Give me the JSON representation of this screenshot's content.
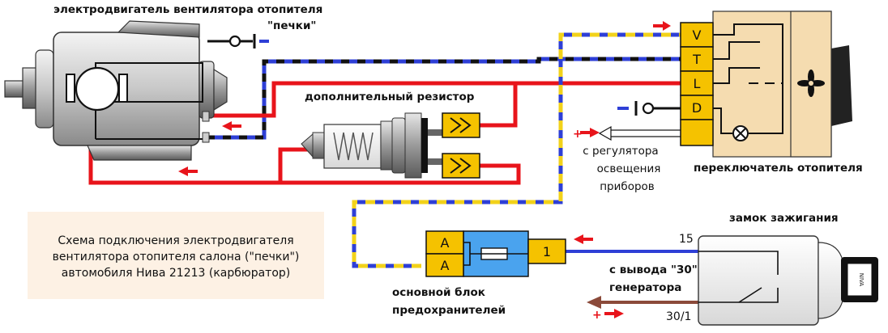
{
  "labels": {
    "motor": "электродвигатель вентилятора отопителя",
    "pechki": "\"печки\"",
    "resistor": "дополнительный резистор",
    "regulator": [
      "с регулятора",
      "освещения",
      "приборов"
    ],
    "switch": "переключатель отопителя",
    "ignition": "замок зажигания",
    "terminal_15": "15",
    "terminal_30_1": "30/1",
    "generator": [
      "с вывода \"30\"",
      "генератора"
    ],
    "fuse_block": [
      "основной блок",
      "предохранителей"
    ]
  },
  "note": [
    "Схема подключения электродвигателя",
    "вентилятора отопителя салона (\"печки\")",
    "автомобиля Нива 21213 (карбюратор)"
  ],
  "switch_pins": [
    "V",
    "T",
    "L",
    "D"
  ],
  "fuse_pins": [
    "A",
    "A"
  ],
  "fuse_right_pin": "1",
  "sign_plus": "+",
  "sign_minus": "-",
  "key_text": "NIVA",
  "colors": {
    "red_wire": "#e8141b",
    "blue_wire": "#2e3fd6",
    "black_wire": "#111111",
    "yellow_wire": "#f2d21a",
    "connector": "#f5c200",
    "switch_body": "#f5dcb0",
    "fuse_blue": "#4aa3ee",
    "arrow_red": "#e8141b",
    "arrow_brown": "#8b4a3a"
  }
}
